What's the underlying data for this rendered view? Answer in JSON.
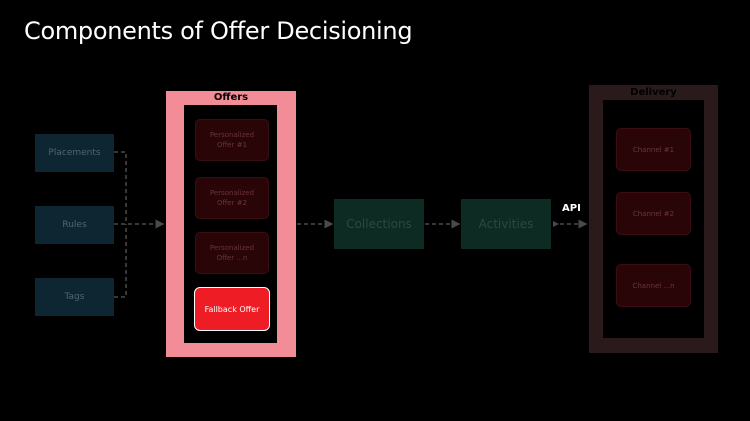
{
  "title": "Components of Offer Decisioning",
  "sources": [
    {
      "label": "Placements"
    },
    {
      "label": "Rules"
    },
    {
      "label": "Tags"
    }
  ],
  "offers": {
    "label": "Offers",
    "items": [
      {
        "line1": "Personalized",
        "line2": "Offer #1"
      },
      {
        "line1": "Personalized",
        "line2": "Offer #2"
      },
      {
        "line1": "Personalized",
        "line2": "Offer ...n"
      }
    ],
    "fallback": "Fallback Offer"
  },
  "collections": "Collections",
  "activities": "Activities",
  "api": "API",
  "delivery": {
    "label": "Delivery",
    "channels": [
      "Channel #1",
      "Channel #2",
      "Channel ...n"
    ]
  },
  "colors": {
    "background": "#000000",
    "offers_frame": "#f28c97",
    "fallback": "#ee1c25",
    "source_box": "#0d2631",
    "mid_box": "#0d2a23",
    "delivery_frame": "#2a1a1c"
  }
}
